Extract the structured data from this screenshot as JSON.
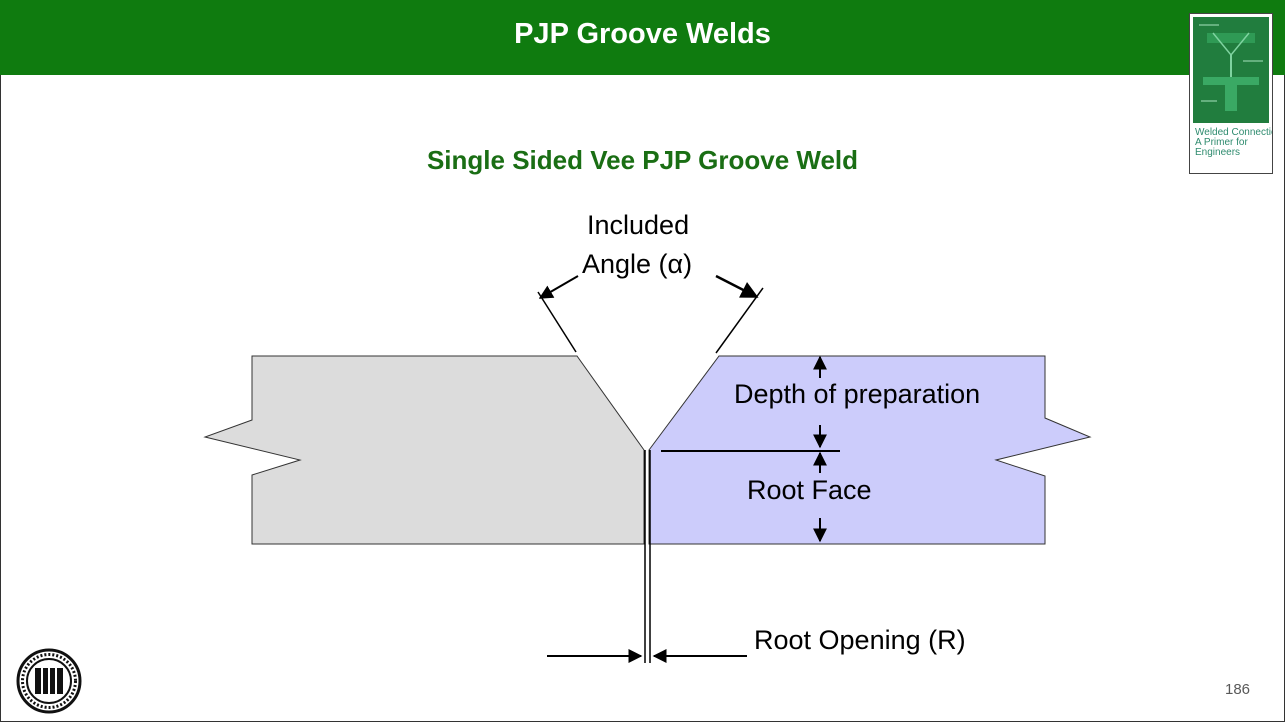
{
  "slide": {
    "title": "PJP Groove Welds",
    "subtitle": "Single Sided Vee PJP Groove Weld",
    "page_number": "186"
  },
  "diagram": {
    "labels": {
      "included_angle_line1": "Included",
      "included_angle_line2": "Angle (α)",
      "depth_of_preparation": "Depth of preparation",
      "root_face": "Root Face",
      "root_opening": "Root Opening (R)"
    },
    "colors": {
      "left_plate": "#dcdcdc",
      "right_plate": "#ccccfb",
      "title_bar": "#0f7b0f",
      "subtitle_text": "#1a6e14"
    }
  },
  "cover_thumbnail": {
    "title_lines": [
      "Welded Connections—",
      "A Primer for",
      "Engineers"
    ]
  },
  "logo": {
    "icon": "aisc-seal-icon"
  }
}
